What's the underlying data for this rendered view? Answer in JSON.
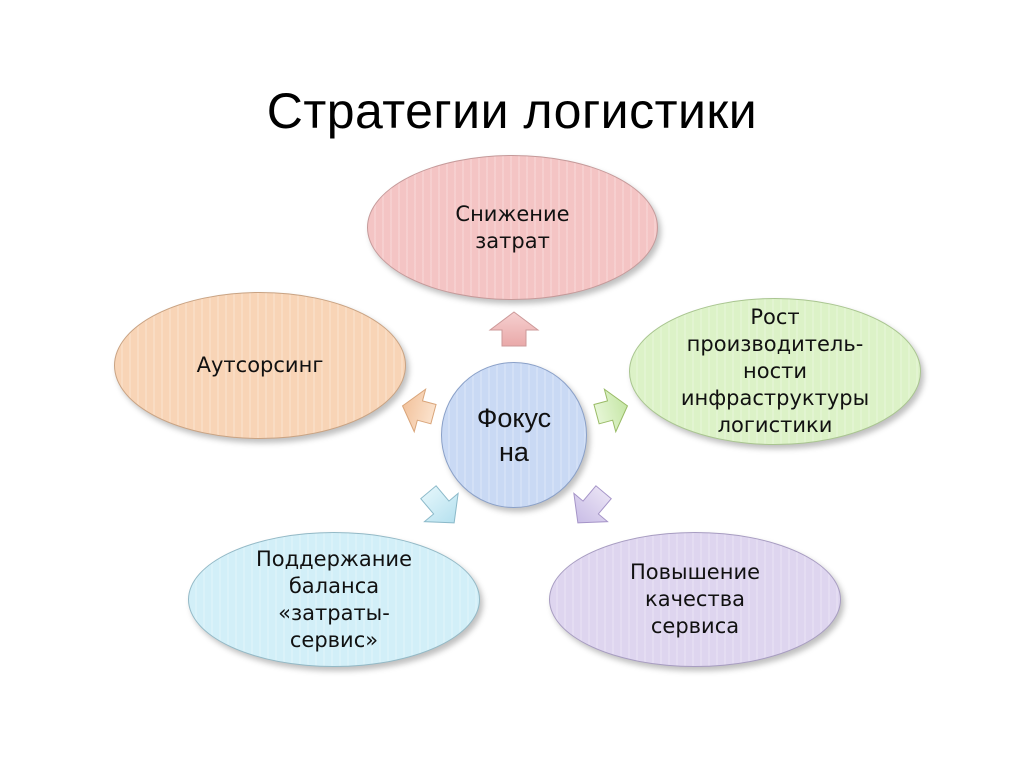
{
  "title": "Стратегии логистики",
  "center": {
    "label": "Фокус\nна",
    "color": "#c9d9f4"
  },
  "nodes": {
    "top": {
      "label": "Снижение\nзатрат",
      "color": "#f4c4c4"
    },
    "right": {
      "label": "Рост\nпроизводитель-\nности\nинфраструктуры\nлогистики",
      "color": "#dcf2c7"
    },
    "left": {
      "label": "Аутсорсинг",
      "color": "#f8d4b6"
    },
    "bottom_left": {
      "label": "Поддержание\nбаланса\n«затраты-\nсервис»",
      "color": "#d2eff8"
    },
    "bottom_right": {
      "label": "Повышение\nкачества\nсервиса",
      "color": "#ded5ef"
    }
  }
}
